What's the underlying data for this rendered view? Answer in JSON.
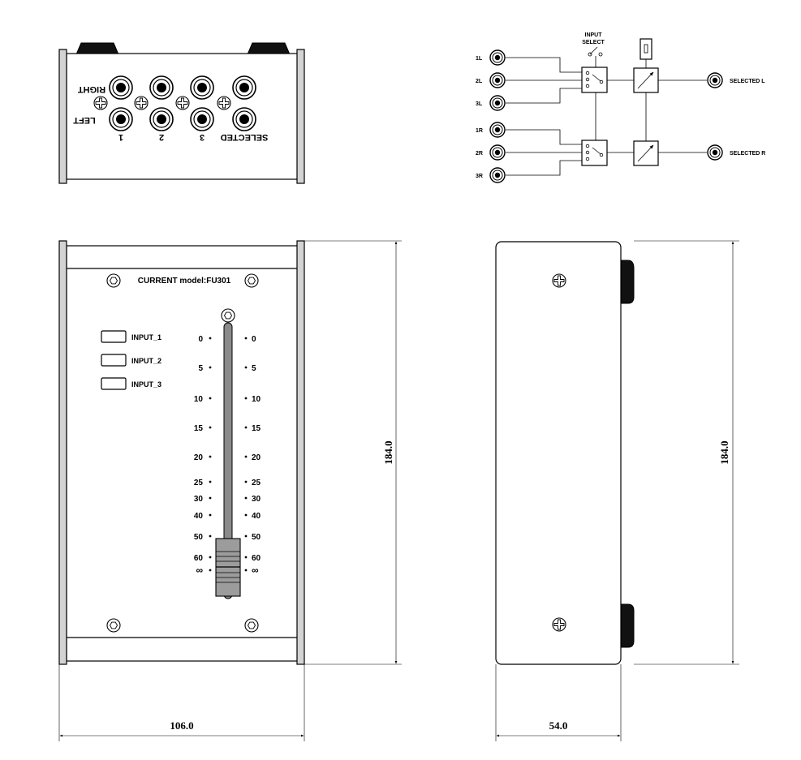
{
  "rear_panel": {
    "label_right": "RIGHT",
    "label_left": "LEFT",
    "jack_labels": [
      "1",
      "2",
      "3",
      "SELECTED"
    ]
  },
  "block_diagram": {
    "input_select_line1": "INPUT",
    "input_select_line2": "SELECT",
    "left_inputs": [
      "1L",
      "2L",
      "3L"
    ],
    "right_inputs": [
      "1R",
      "2R",
      "3R"
    ],
    "output_left": "SELECTED L",
    "output_right": "SELECTED R"
  },
  "front_panel": {
    "model_label": "CURRENT model:FU301",
    "input_buttons": [
      "INPUT_1",
      "INPUT_2",
      "INPUT_3"
    ],
    "scale": [
      "0",
      "5",
      "10",
      "15",
      "20",
      "25",
      "30",
      "40",
      "50",
      "60",
      "∞"
    ]
  },
  "dimensions": {
    "front_height": "184.0",
    "front_width": "106.0",
    "side_height": "184.0",
    "side_depth": "54.0"
  }
}
